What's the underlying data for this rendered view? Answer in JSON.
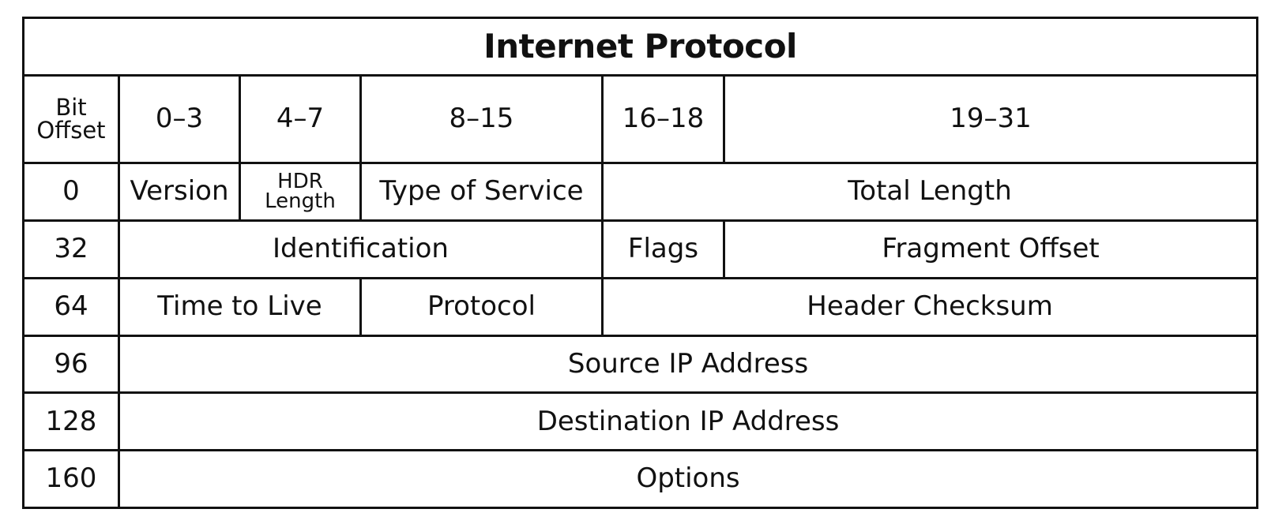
{
  "title": "Internet Protocol",
  "header": {
    "offset_label_line1": "Bit",
    "offset_label_line2": "Offset",
    "ranges": [
      "0–3",
      "4–7",
      "8–15",
      "16–18",
      "19–31"
    ]
  },
  "rows": [
    {
      "offset": "0",
      "fields": {
        "version": "Version",
        "hdr_length_line1": "HDR",
        "hdr_length_line2": "Length",
        "type_of_service": "Type of Service",
        "total_length": "Total Length"
      }
    },
    {
      "offset": "32",
      "fields": {
        "identification": "Identification",
        "flags": "Flags",
        "fragment_offset": "Fragment Offset"
      }
    },
    {
      "offset": "64",
      "fields": {
        "time_to_live": "Time to Live",
        "protocol": "Protocol",
        "header_checksum": "Header Checksum"
      }
    },
    {
      "offset": "96",
      "fields": {
        "source_ip": "Source IP Address"
      }
    },
    {
      "offset": "128",
      "fields": {
        "destination_ip": "Destination IP Address"
      }
    },
    {
      "offset": "160",
      "fields": {
        "options": "Options"
      }
    }
  ]
}
